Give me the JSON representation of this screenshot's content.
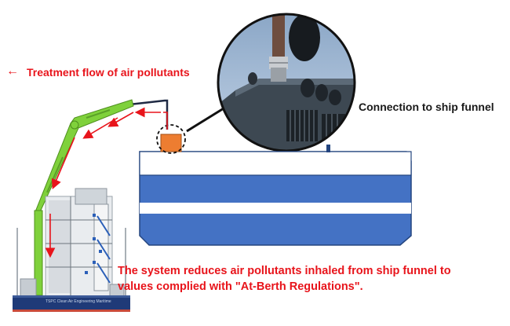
{
  "legend": {
    "arrow": "←",
    "text": "Treatment flow of air pollutants"
  },
  "callout": {
    "text": "Connection to ship funnel"
  },
  "description": {
    "line1": "The system reduces air pollutants inhaled from ship funnel to",
    "line2": "values complied with \"At-Berth Regulations\"."
  },
  "vessel": {
    "hull_text": "TSPC Clean Air Engineering Maritime"
  },
  "colors": {
    "arm_green": "#7fd13b",
    "flow_red": "#e8141b",
    "tank_blue": "#4472c4",
    "tank_light": "#8fb0e3",
    "unit_orange": "#ed7d31",
    "hull_navy": "#1f3a78"
  }
}
